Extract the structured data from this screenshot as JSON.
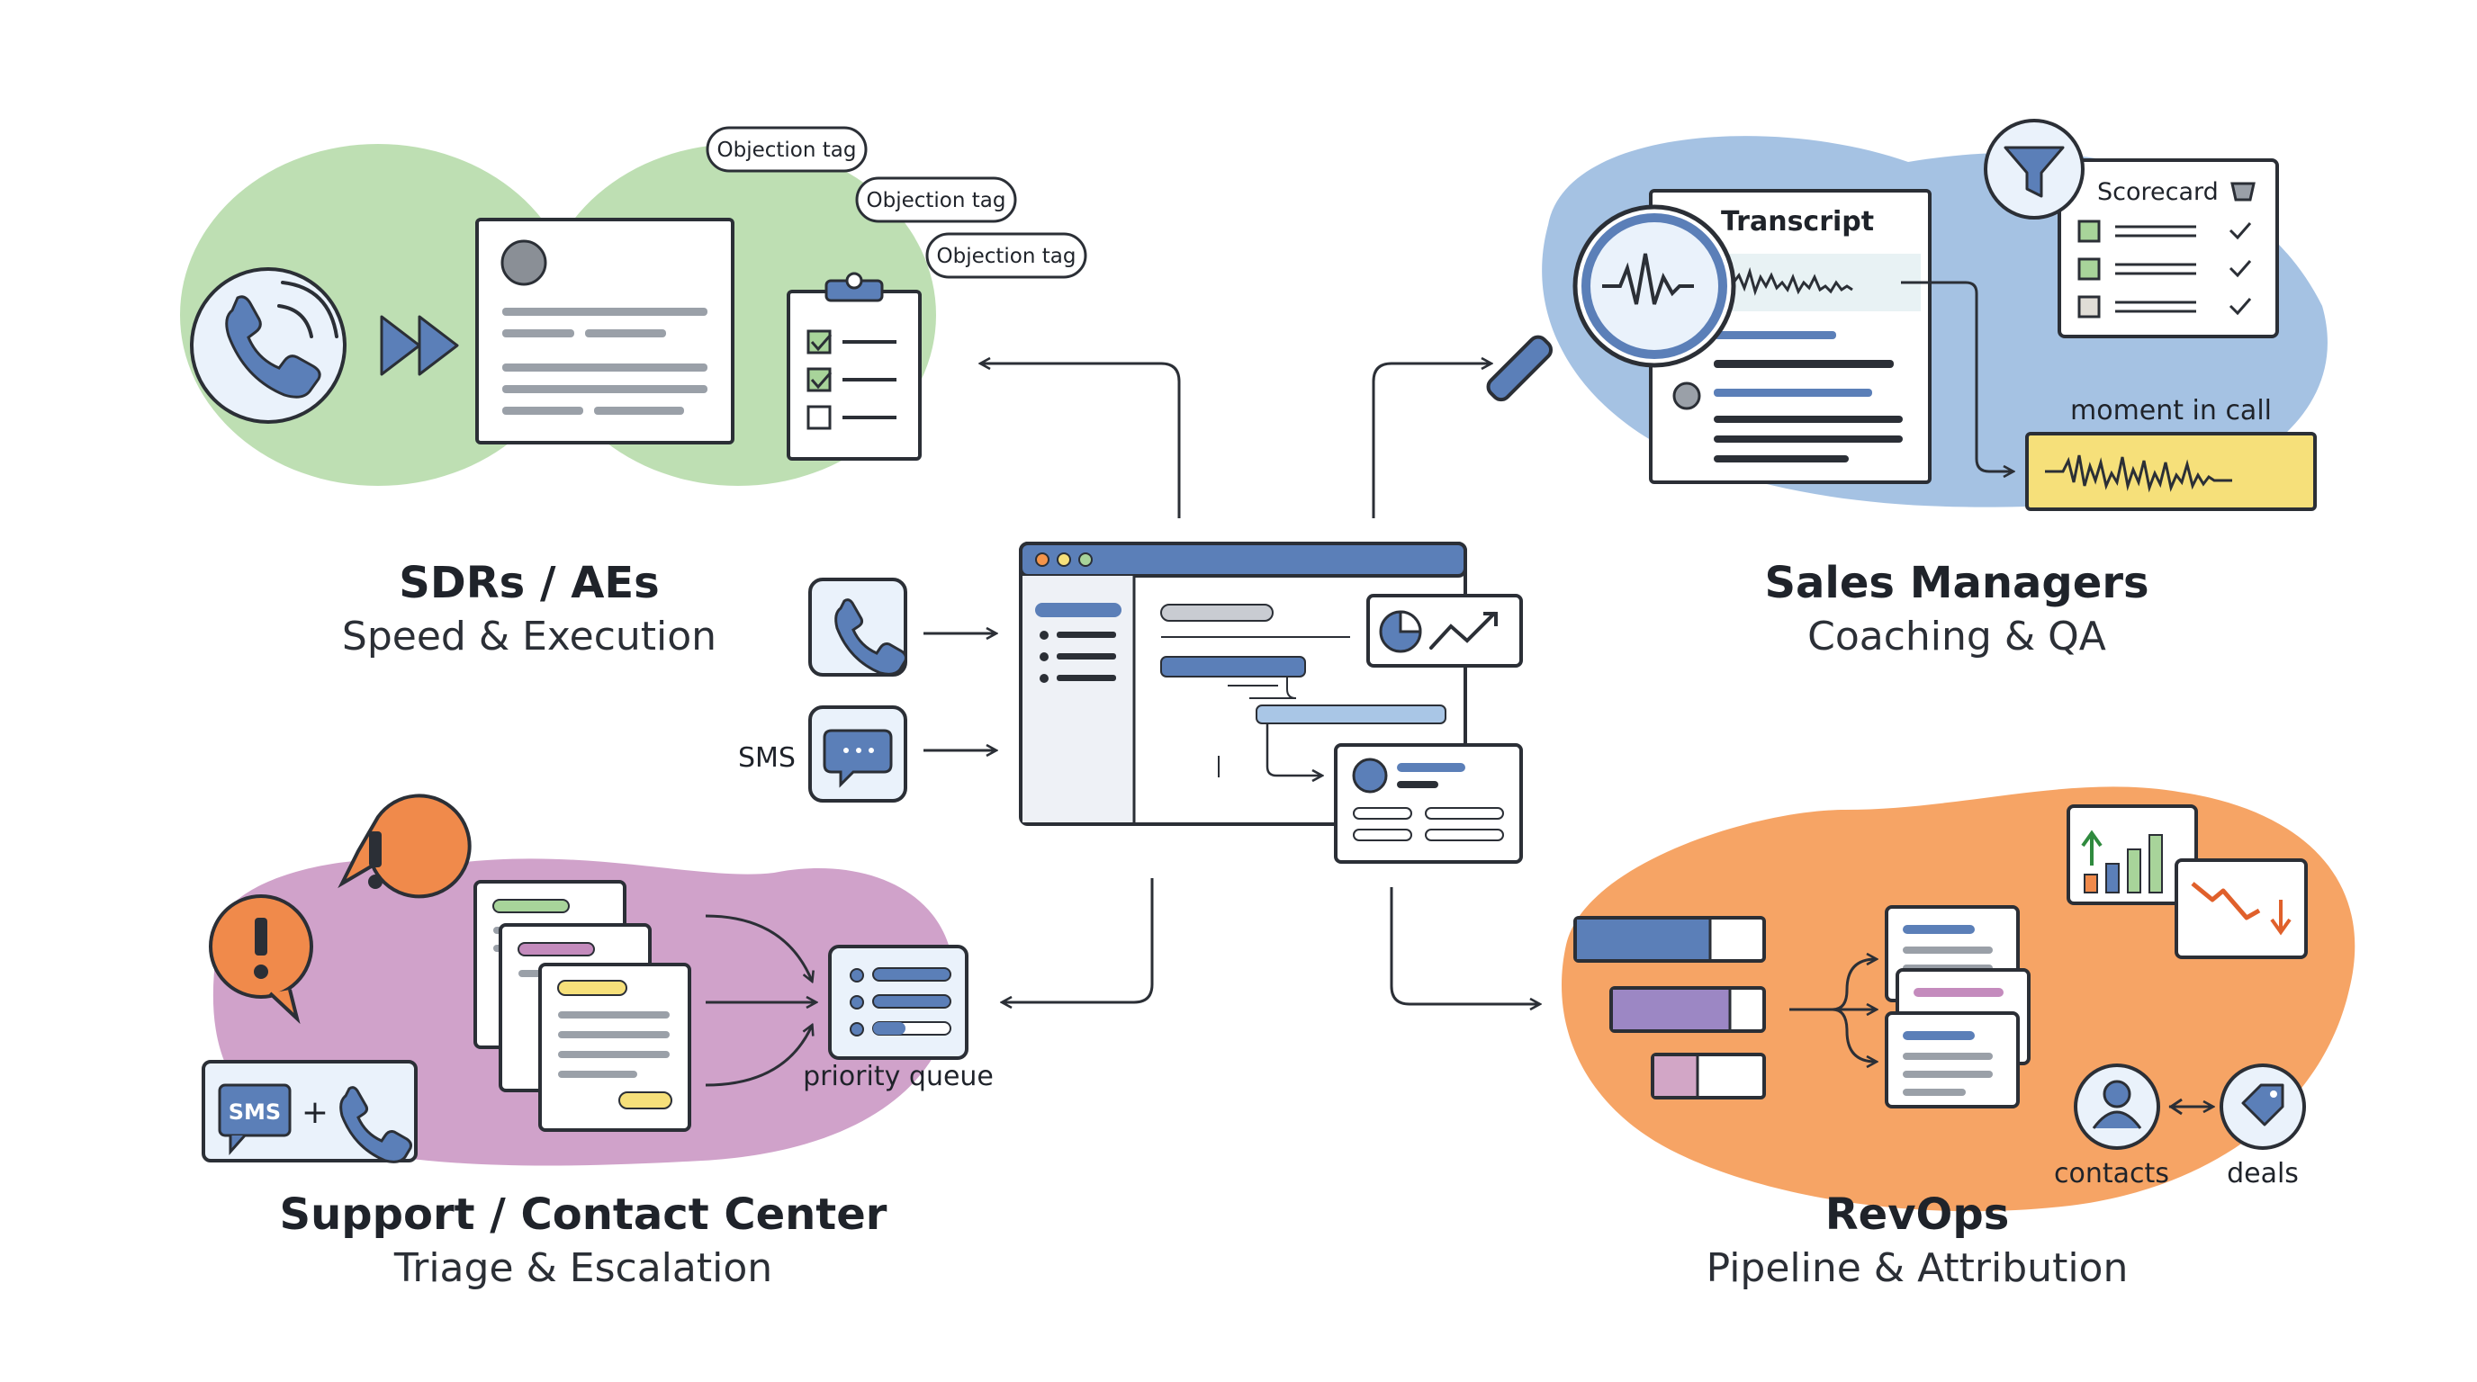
{
  "personas": {
    "sdr": {
      "title": "SDRs / AEs",
      "subtitle": "Speed & Execution"
    },
    "managers": {
      "title": "Sales Managers",
      "subtitle": "Coaching & QA"
    },
    "support": {
      "title": "Support / Contact Center",
      "subtitle": "Triage & Escalation"
    },
    "revops": {
      "title": "RevOps",
      "subtitle": "Pipeline & Attribution"
    }
  },
  "tags": [
    "Objection tag",
    "Objection tag",
    "Objection tag"
  ],
  "managers_panel": {
    "transcript_label": "Transcript",
    "scorecard_label": "Scorecard",
    "moment_label": "moment in call"
  },
  "hub": {
    "sms_label": "SMS"
  },
  "support_panel": {
    "queue_label": "priority queue",
    "sms_badge": "SMS",
    "plus": "+"
  },
  "revops_panel": {
    "contacts_label": "contacts",
    "deals_label": "deals"
  },
  "colors": {
    "green": "#a8d49a",
    "blue": "#8fb3dc",
    "purple": "#c48bbd",
    "orange": "#f5944a",
    "accent_blue": "#5b7fb8",
    "yellow": "#f6e07a"
  },
  "icons": [
    "phone-icon",
    "fast-forward-icon",
    "clipboard-icon",
    "magnifier-icon",
    "filter-icon",
    "chat-icon",
    "alert-icon",
    "trend-up-icon",
    "trend-down-icon",
    "user-icon",
    "tag-icon",
    "pie-chart-icon"
  ]
}
